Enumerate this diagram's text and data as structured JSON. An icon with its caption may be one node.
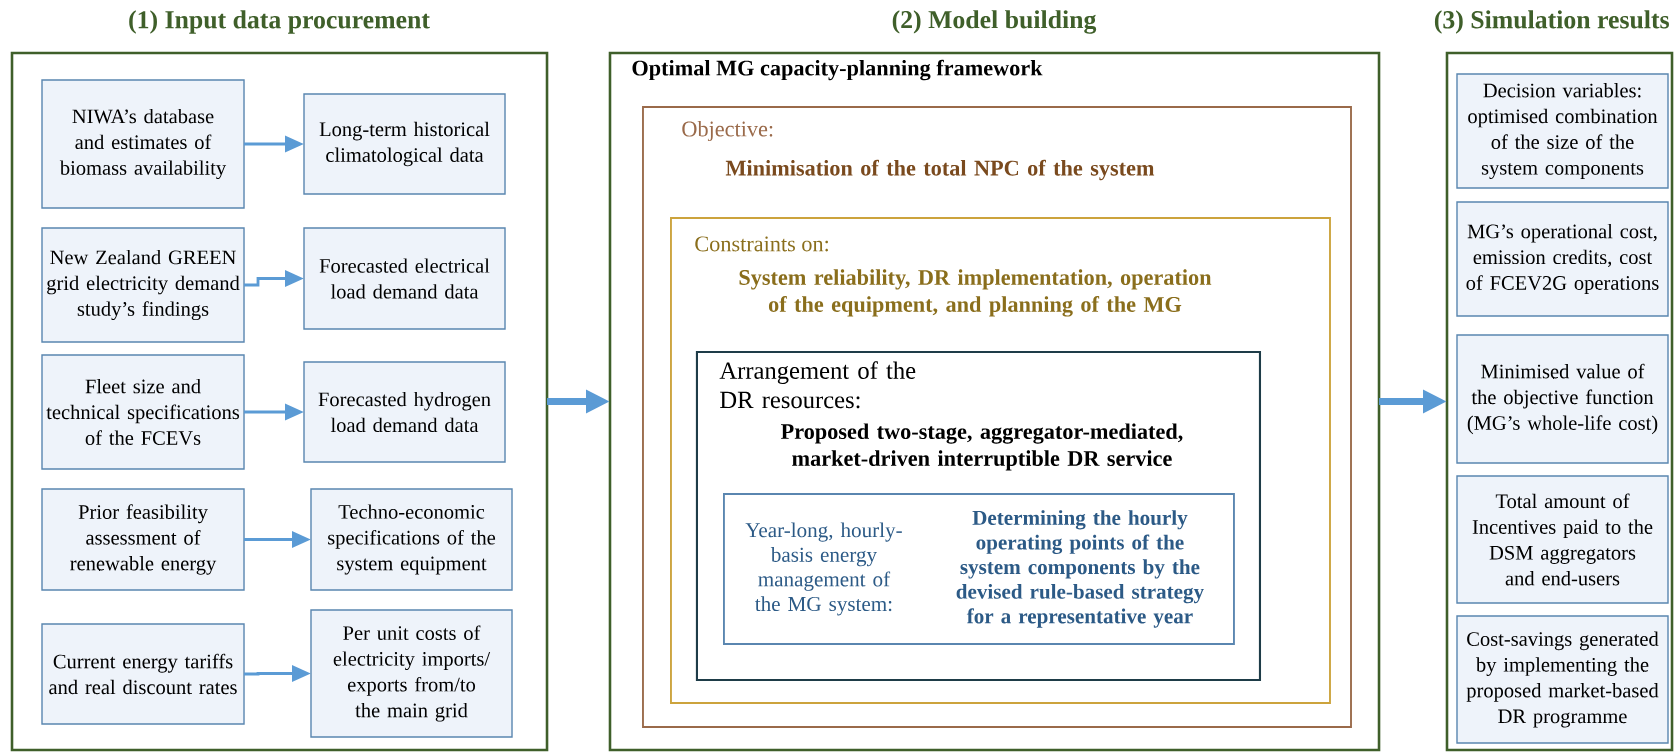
{
  "diagram": {
    "nodes": [
      {
        "text": [
          "(1) Input data procurement"
        ]
      },
      {
        "text": [
          "NIWA’s database and estimates of biomass availability"
        ],
        "in": 0
      },
      {
        "text": [
          "Long-term historical climatological data"
        ],
        "in": 0
      },
      {
        "text": [
          "New Zealand GREEN grid electricity demand study’s findings"
        ],
        "in": 0
      },
      {
        "text": [
          "Forecasted electrical load demand data"
        ],
        "in": 0
      },
      {
        "text": [
          "Fleet size and technical specifications of the FCEVs"
        ],
        "in": 0
      },
      {
        "text": [
          "Forecasted hydrogen load demand data"
        ],
        "in": 0
      },
      {
        "text": [
          "Prior feasibility assessment of renewable energy"
        ],
        "in": 0
      },
      {
        "text": [
          "Techno-economic specifications of the system equipment"
        ],
        "in": 0
      },
      {
        "text": [
          "Current energy tariffs and real discount rates"
        ],
        "in": 0
      },
      {
        "text": [
          "Per unit costs of electricity imports/ exports from/to the main grid"
        ],
        "in": 0
      },
      {
        "text": [
          "(2) Model building",
          "Optimal MG capacity-planning framework"
        ]
      },
      {
        "text": [
          "Objective:",
          "Minimisation of the total NPC of the system"
        ],
        "in": 11
      },
      {
        "text": [
          "Constraints on:",
          "System reliability, DR implementation, operation of the equipment, and planning of the MG"
        ],
        "in": 12
      },
      {
        "text": [
          "Arrangement of the DR resources:",
          "Proposed two-stage, aggregator-mediated, market-driven interruptible DR service"
        ],
        "in": 13
      },
      {
        "text": [
          "Year-long, hourly-basis energy management of the MG system:",
          "Determining the hourly operating points of the system components by the devised rule-based strategy for a representative year"
        ],
        "in": 14
      },
      {
        "text": [
          "(3) Simulation results"
        ]
      },
      {
        "text": [
          "Decision variables: optimised combination of the size of the system components"
        ],
        "in": 16
      },
      {
        "text": [
          "MG’s operational cost, emission credits, cost of FCEV2G operations"
        ],
        "in": 16
      },
      {
        "text": [
          "Minimised value of the objective function (MG’s whole-life cost)"
        ],
        "in": 16
      },
      {
        "text": [
          "Total amount of Incentives paid to the DSM aggregators and end-users"
        ],
        "in": 16
      },
      {
        "text": [
          "Cost-savings generated by implementing the proposed market-based DR programme"
        ],
        "in": 16
      }
    ],
    "edges": [
      {
        "from": 1,
        "to": 2,
        "arrow": "to"
      },
      {
        "from": 3,
        "to": 4,
        "arrow": "to"
      },
      {
        "from": 5,
        "to": 6,
        "arrow": "to"
      },
      {
        "from": 7,
        "to": 8,
        "arrow": "to"
      },
      {
        "from": 9,
        "to": 10,
        "arrow": "to"
      },
      {
        "from": 0,
        "to": 11,
        "arrow": "to",
        "style": "thick"
      },
      {
        "from": 11,
        "to": 16,
        "arrow": "to",
        "style": "thick"
      }
    ]
  }
}
